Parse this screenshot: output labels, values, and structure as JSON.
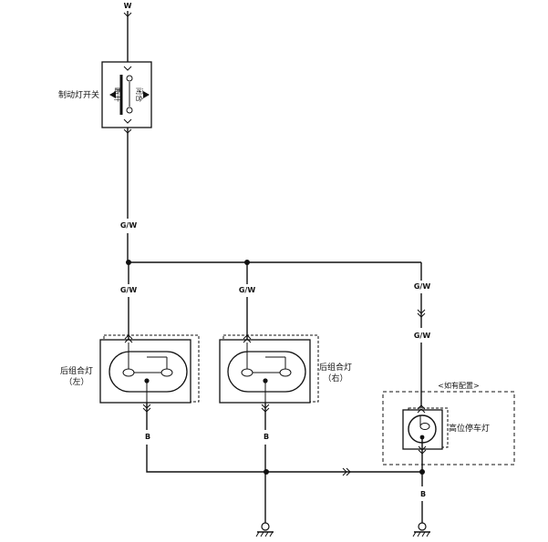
{
  "wires": {
    "top": "W",
    "after_switch": "G/W",
    "left_branch": "G/W",
    "middle_branch": "G/W",
    "right_branch_upper": "G/W",
    "right_branch_lower": "G/W",
    "left_ground": "B",
    "middle_ground": "B",
    "right_ground": "B"
  },
  "components": {
    "brake_switch": "制动灯开关",
    "switch_states": [
      "断开",
      "闭合"
    ],
    "rear_combo_left": [
      "后组合灯",
      "（左）"
    ],
    "rear_combo_right": [
      "后组合灯",
      "（右）"
    ],
    "optional_note": "<如有配置>",
    "high_mount_lamp": "高位停车灯"
  }
}
